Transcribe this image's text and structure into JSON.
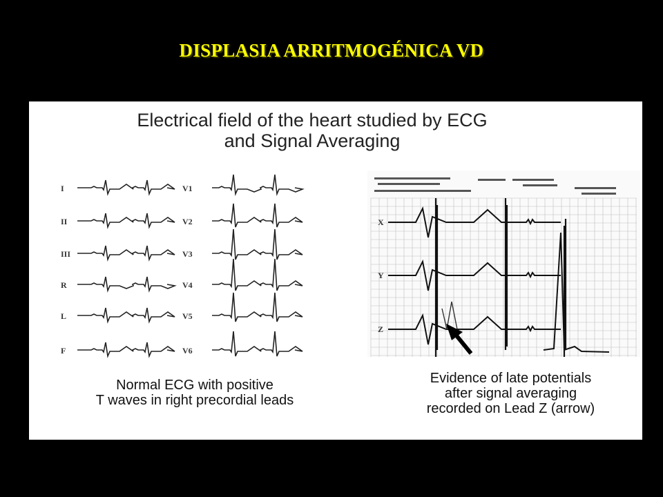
{
  "slide": {
    "title": "DISPLASIA ARRITMOGÉNICA VD"
  },
  "figure": {
    "title_line1": "Electrical field of the heart studied by ECG",
    "title_line2": "and Signal Averaging",
    "limb_leads": [
      "I",
      "II",
      "III",
      "R",
      "L",
      "F"
    ],
    "precordial_leads": [
      "V1",
      "V2",
      "V3",
      "V4",
      "V5",
      "V6"
    ],
    "signal_avg_leads": [
      "X",
      "Y",
      "Z"
    ],
    "left_caption_line1": "Normal ECG with positive",
    "left_caption_line2": "T waves in right precordial leads",
    "right_caption_line1": "Evidence of late potentials",
    "right_caption_line2": "after signal averaging",
    "right_caption_line3": "recorded on Lead Z (arrow)"
  },
  "colors": {
    "background": "#000000",
    "title": "#ffff00",
    "figure_bg": "#ffffff",
    "trace": "#222222"
  }
}
